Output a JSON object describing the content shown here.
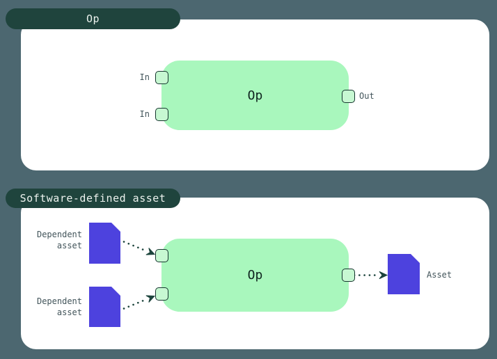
{
  "diagram": {
    "title_context": "Op vs software-defined asset diagram",
    "colors": {
      "background": "#4C6770",
      "tab_background": "#1F443D",
      "tab_text": "#ECF2EE",
      "panel_background": "#FFFFFF",
      "op_box_green": "#A9F7BD",
      "port_fill": "#C7F8D2",
      "port_border": "#16352E",
      "asset_purple": "#4D42DE",
      "label_text": "#42545A",
      "op_text": "#0E231E",
      "arrow": "#1C443C"
    },
    "panels": [
      {
        "tab_label": "Op",
        "op": {
          "label": "Op",
          "inputs": [
            "In",
            "In"
          ],
          "outputs": [
            "Out"
          ]
        }
      },
      {
        "tab_label": "Software-defined asset",
        "op": {
          "label": "Op"
        },
        "dependent_assets": [
          {
            "label_line1": "Dependent",
            "label_line2": "asset"
          },
          {
            "label_line1": "Dependent",
            "label_line2": "asset"
          }
        ],
        "output_asset": {
          "label": "Asset"
        }
      }
    ]
  }
}
